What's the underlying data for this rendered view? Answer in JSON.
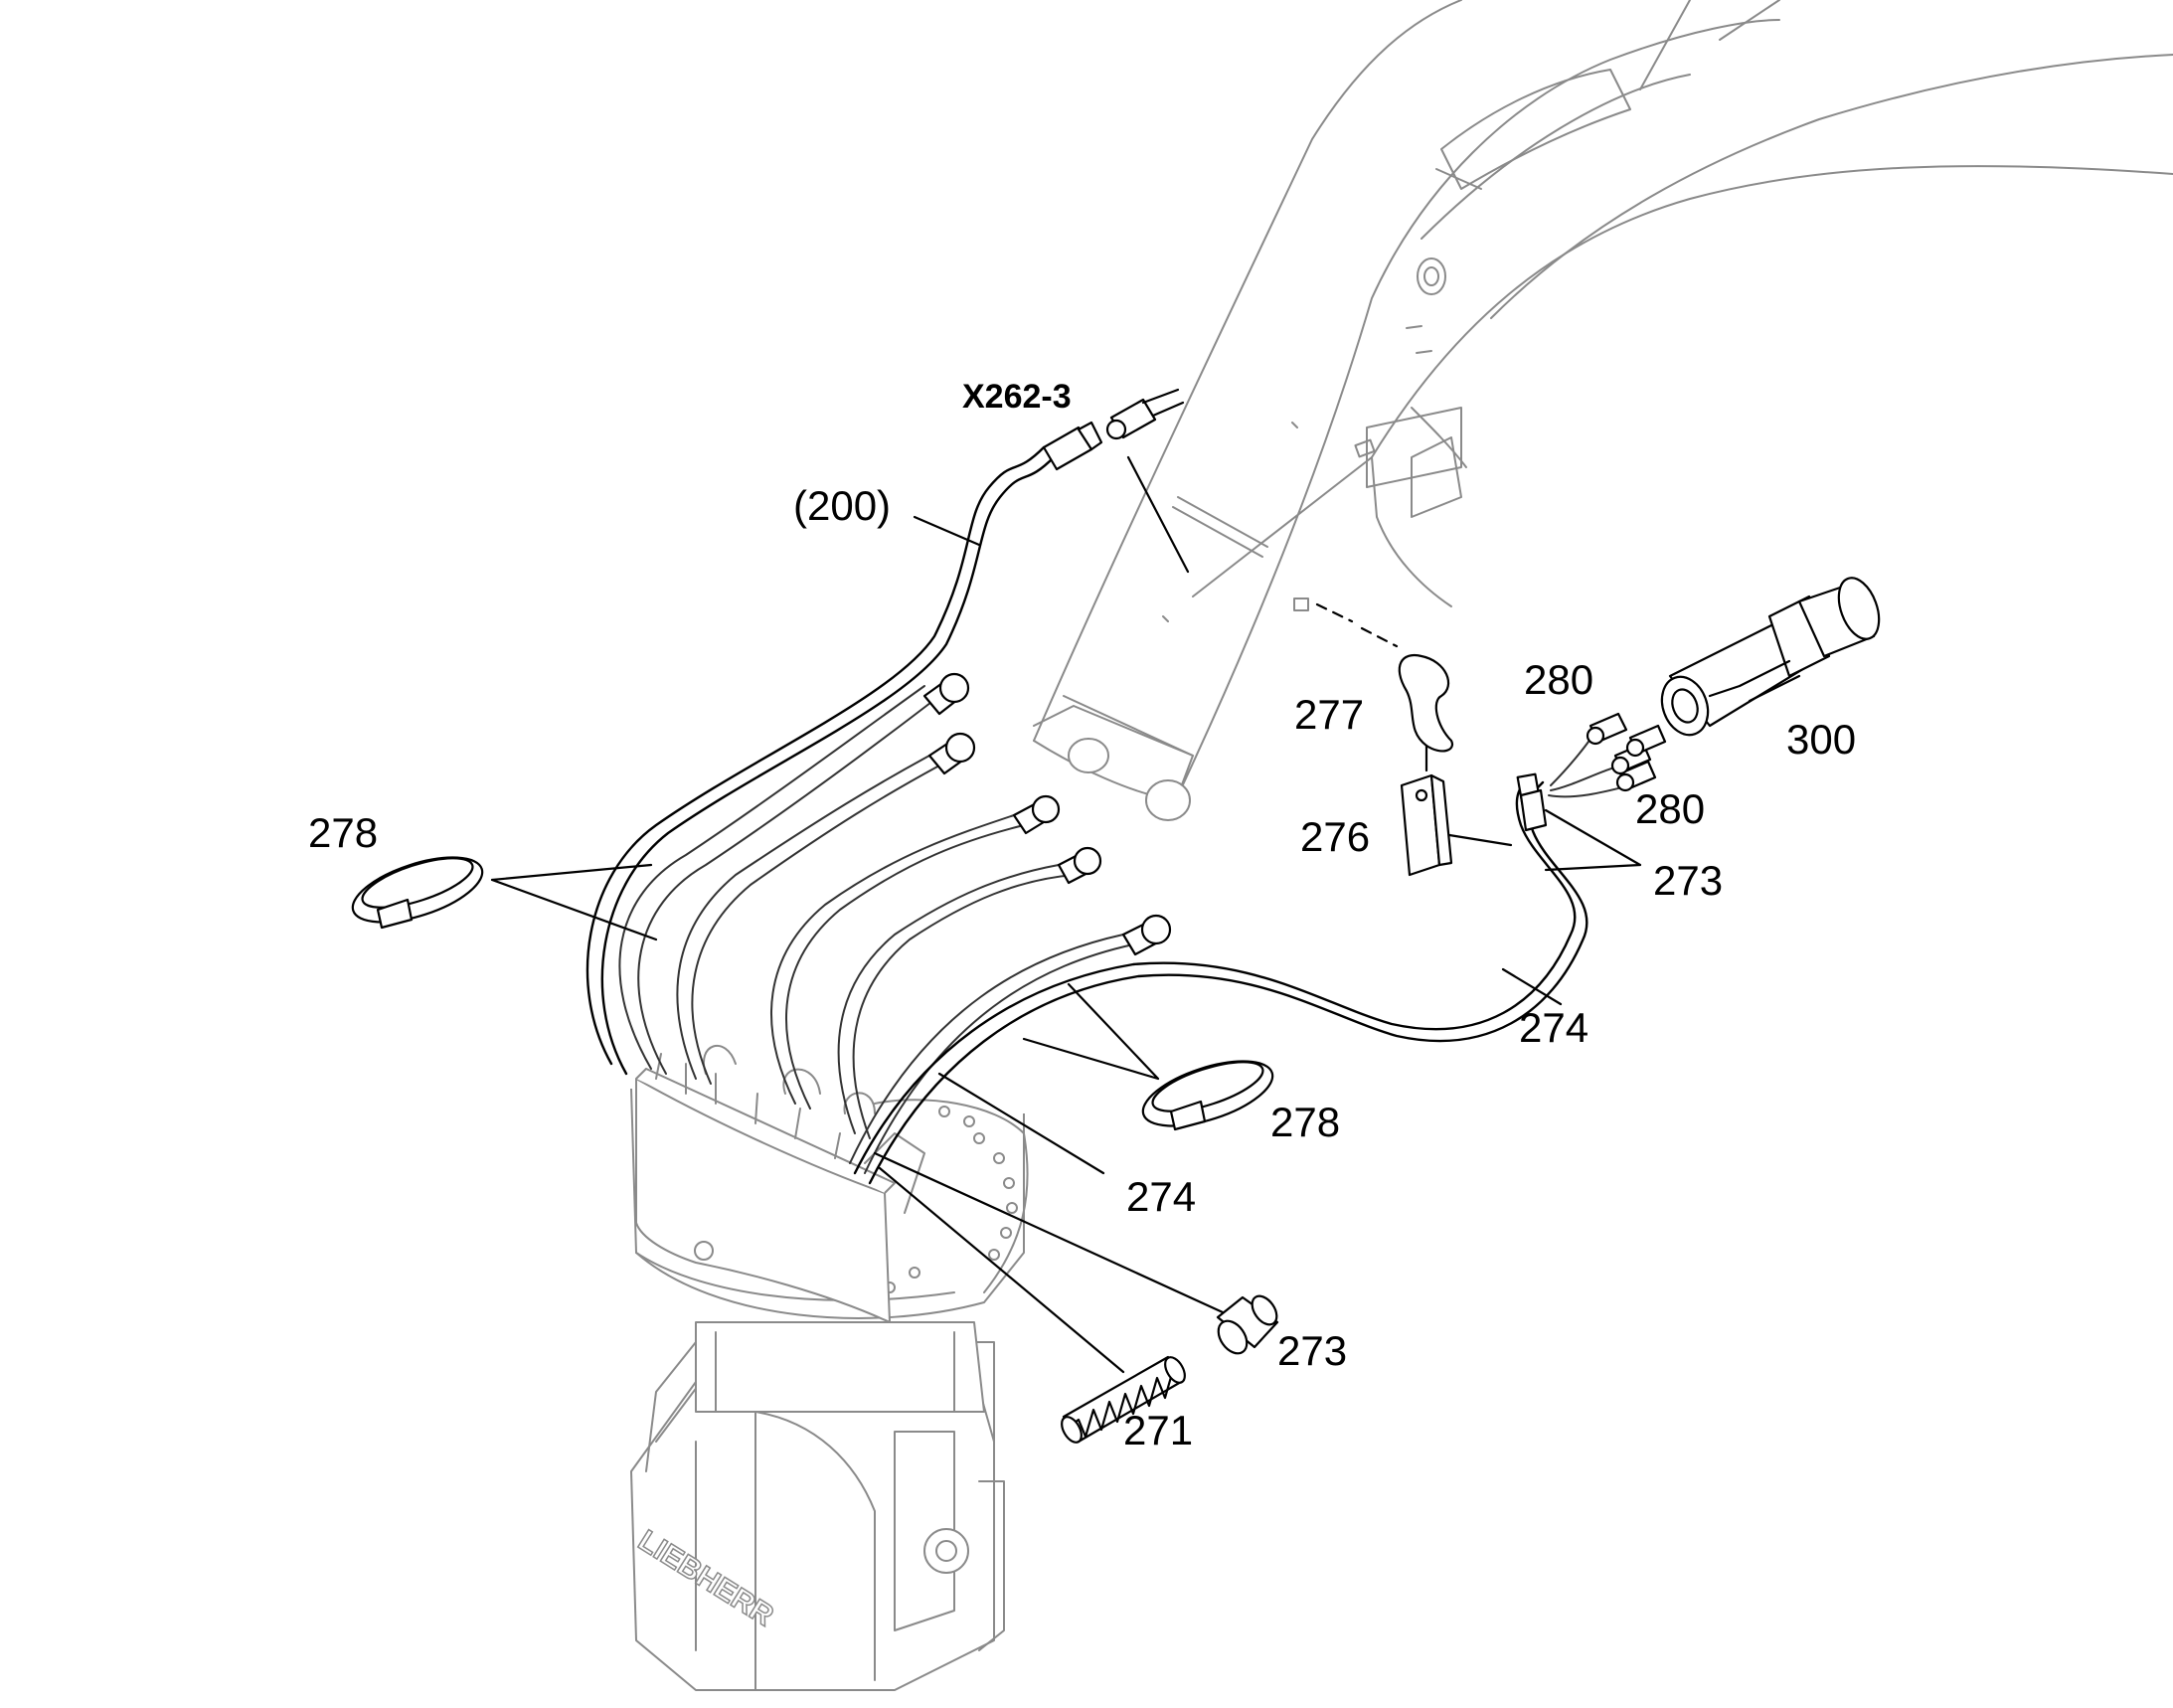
{
  "diagram": {
    "connector_label": "X262-3",
    "parts": {
      "p200": "(200)",
      "p271": "271",
      "p273_a": "273",
      "p273_b": "273",
      "p274_a": "274",
      "p274_b": "274",
      "p276": "276",
      "p277": "277",
      "p278_a": "278",
      "p278_b": "278",
      "p280_a": "280",
      "p280_b": "280",
      "p300": "300"
    },
    "brand_marking": "LIEBHERR"
  }
}
